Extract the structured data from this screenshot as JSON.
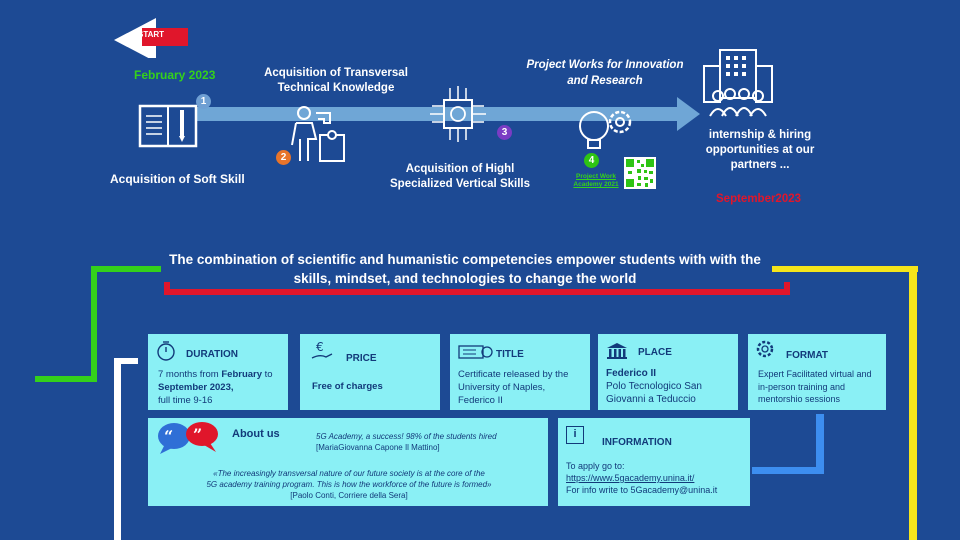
{
  "timeline": {
    "start_label": "START",
    "start_date": "February 2023",
    "end_date": "September2023",
    "step1": {
      "number": "1",
      "label": "Acquisition of Soft Skill"
    },
    "step2": {
      "number": "2",
      "label_line1": "Acquisition of Transversal",
      "label_line2": "Technical Knowledge"
    },
    "step3": {
      "number": "3",
      "label_line1": "Acquisition of Highl",
      "label_line2": "Specialized Vertical Skills"
    },
    "step4": {
      "number": "4",
      "label_line1": "Project Works for Innovation",
      "label_line2": "and Research",
      "link_line1": "Project Work",
      "link_line2": "Academy 2021"
    },
    "end_step": {
      "label_line1": "internship & hiring",
      "label_line2": "opportunities at our",
      "label_line3": "partners  ..."
    }
  },
  "tagline": {
    "line1": "The combination of scientific and humanistic competencies empower students with with the",
    "line2": "skills, mindset, and technologies to change the world"
  },
  "cards": {
    "duration": {
      "title": "DURATION",
      "line1_pre": "7 months from ",
      "line1_bold": "February",
      "line1_post": " to",
      "line2_bold": "September 2023,",
      "line3": "full time 9-16"
    },
    "price": {
      "title": "PRICE",
      "body": "Free of charges"
    },
    "title": {
      "title": "TITLE",
      "line1": "Certificate released by the",
      "line2": "University of Naples,",
      "line3": "Federico II"
    },
    "place": {
      "title": "PLACE",
      "line1": "Federico II",
      "line2": "Polo Tecnologico San",
      "line3": "Giovanni a Teduccio"
    },
    "format": {
      "title": "FORMAT",
      "line1": "Expert Facilitated virtual and",
      "line2": "in-person training and",
      "line3": "mentorshio sessions"
    },
    "about": {
      "title": "About us",
      "quote1_line1": "5G Academy, a success!  98%  of the students hired",
      "quote1_line2": "[MariaGiovanna Capone Il Mattino]",
      "quote2_line1": "«The increasingly transversal nature of our future society is at the core of the",
      "quote2_line2": "5G academy training program. This is how the workforce of the future is formed»",
      "quote2_line3": "[Paolo Conti, Corriere della Sera]"
    },
    "information": {
      "title": "INFORMATION",
      "line1": "To apply go to:",
      "url": "https://www.5gacademy.unina.it/",
      "line3": " For info write to 5Gacademy@unina.it"
    }
  },
  "colors": {
    "background": "#1d4a94",
    "card": "#8af0f5",
    "green": "#34d11b",
    "yellow": "#f5e51b",
    "red": "#e0162b",
    "blue_accent": "#3d8ef0"
  }
}
